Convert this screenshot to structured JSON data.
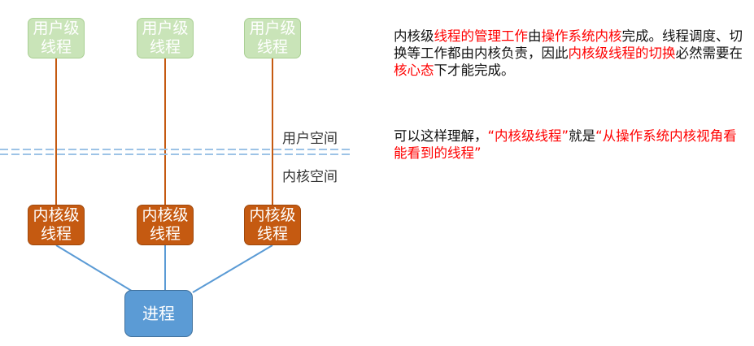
{
  "diagram": {
    "user_threads": [
      {
        "line1": "用户级",
        "line2": "线程"
      },
      {
        "line1": "用户级",
        "line2": "线程"
      },
      {
        "line1": "用户级",
        "line2": "线程"
      }
    ],
    "kernel_threads": [
      {
        "line1": "内核级",
        "line2": "线程"
      },
      {
        "line1": "内核级",
        "line2": "线程"
      },
      {
        "line1": "内核级",
        "line2": "线程"
      }
    ],
    "process_label": "进程",
    "user_space_label": "用户空间",
    "kernel_space_label": "内核空间"
  },
  "colors": {
    "highlight": "#ff0000",
    "user_box": "#c9e4b8",
    "kernel_box": "#c55a11",
    "process_box": "#5b9bd5",
    "boundary_line": "#9dc3e6"
  },
  "text": {
    "p1": {
      "s1": "内核级",
      "s2": "线程的管理工作",
      "s3": "由",
      "s4": "操作系统内核",
      "s5": "完成。线程调度、切换等工作都由内核负责，因此",
      "s6": "内核级线程的切换",
      "s7": "必然需要在",
      "s8": "核心态",
      "s9": "下才能完成。"
    },
    "p2": {
      "s1": "可以这样理解，",
      "s2": "“内核级线程”",
      "s3": "就是",
      "s4": "“从操作系统内核视角看能看到的线程”"
    }
  }
}
